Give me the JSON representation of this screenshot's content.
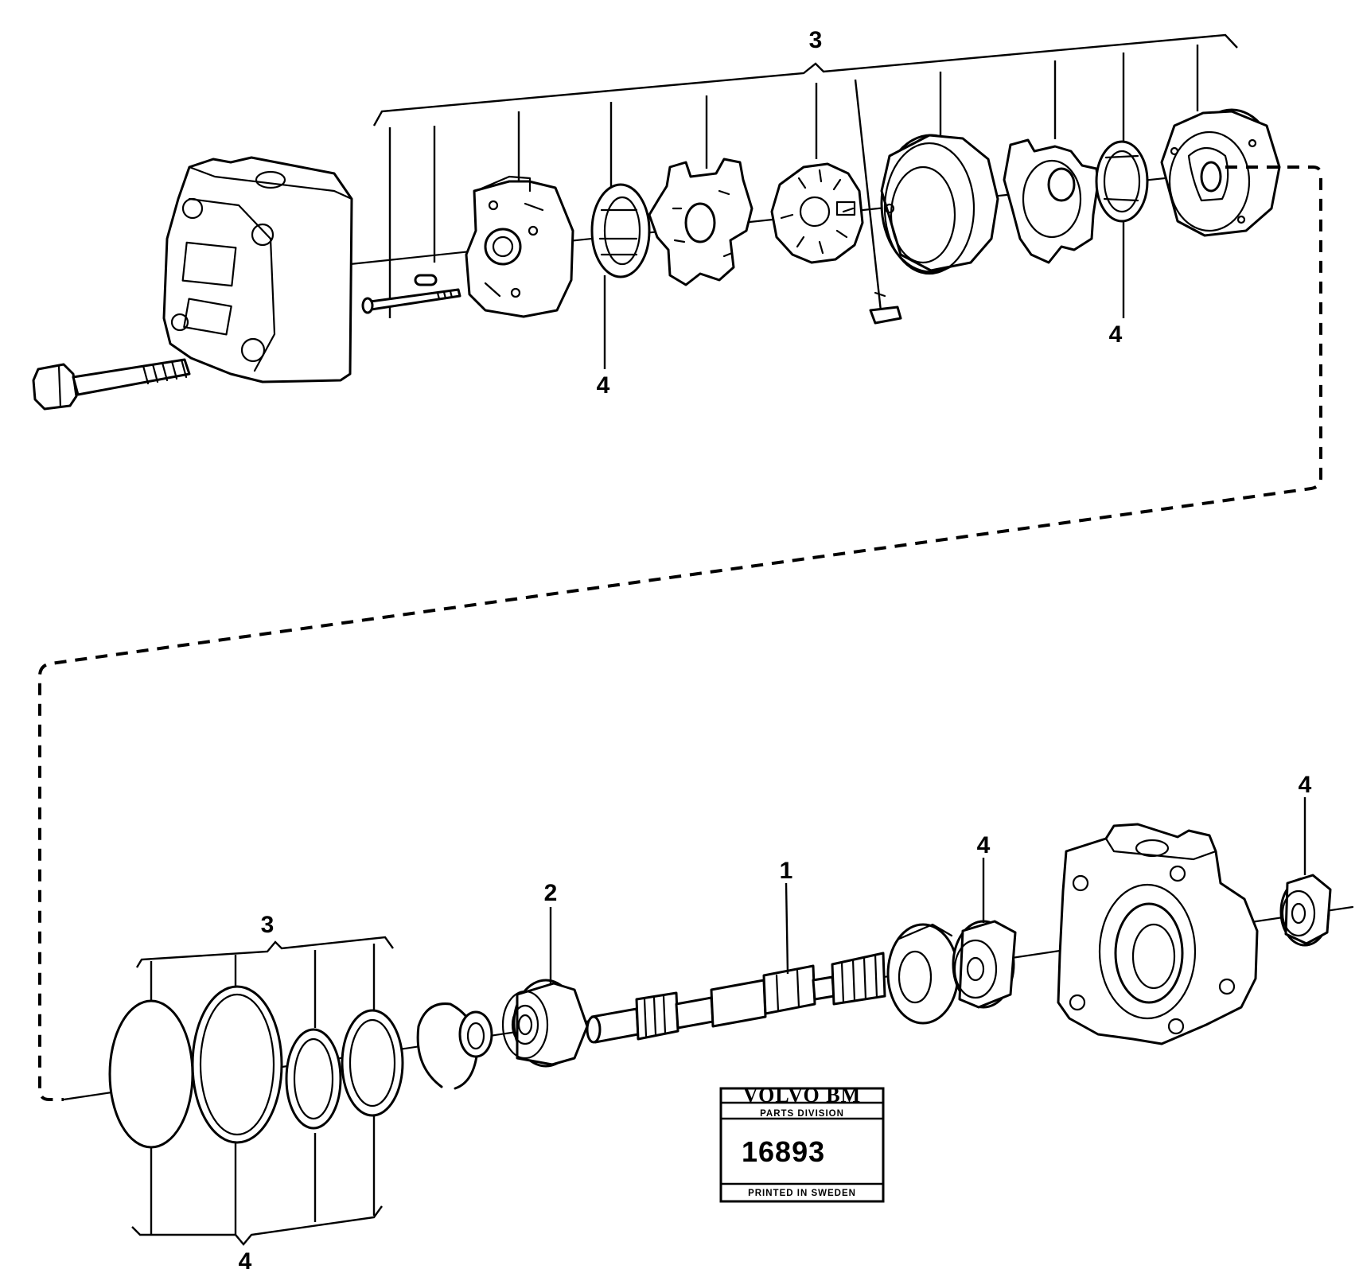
{
  "callouts": {
    "group_upper": "3",
    "seal_upper_left": "4",
    "seal_upper_right": "4",
    "group_lower": "3",
    "seals_lower": "4",
    "bearing": "2",
    "shaft": "1",
    "bearing_small": "4",
    "bearing_end": "4"
  },
  "label": {
    "brand": "VOLVO BM",
    "division": "PARTS DIVISION",
    "number": "16893",
    "footer": "PRINTED IN SWEDEN"
  }
}
